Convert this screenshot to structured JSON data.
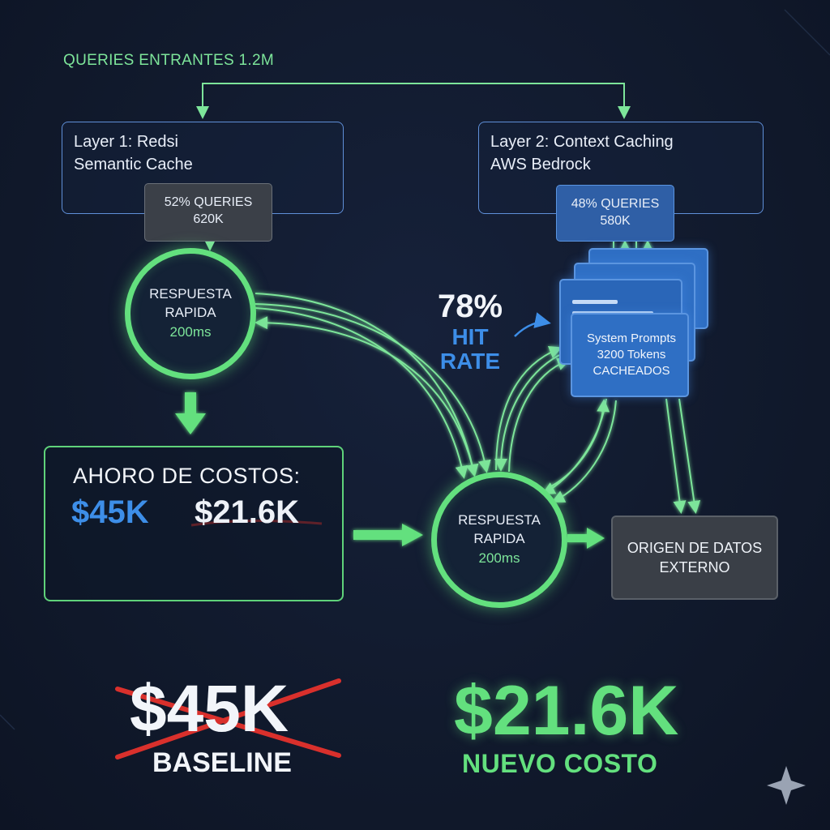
{
  "incoming": {
    "label": "QUERIES ENTRANTES 1.2M"
  },
  "layer1": {
    "title_line1": "Layer 1: Redsi",
    "title_line2": "Semantic Cache",
    "queries_pct": "52% QUERIES",
    "queries_count": "620K"
  },
  "layer2": {
    "title_line1": "Layer 2: Context Caching",
    "title_line2": "AWS Bedrock",
    "queries_pct": "48% QUERIES",
    "queries_count": "580K"
  },
  "response_top": {
    "line1": "RESPUESTA",
    "line2": "RAPIDA",
    "latency": "200ms"
  },
  "response_mid": {
    "line1": "RESPUESTA",
    "line2": "RAPIDA",
    "latency": "200ms"
  },
  "hit_rate": {
    "pct": "78%",
    "line1": "HIT",
    "line2": "RATE"
  },
  "context_docs": {
    "line1": "System Prompts",
    "line2": "3200 Tokens",
    "line3": "CACHEADOS"
  },
  "savings": {
    "title": "AHORO DE COSTOS:",
    "old": "$45K",
    "new": "$21.6K"
  },
  "origin": {
    "line1": "ORIGEN DE DATOS",
    "line2": "EXTERNO"
  },
  "baseline": {
    "value": "$45K",
    "label": "BASELINE"
  },
  "new_cost": {
    "value": "$21.6K",
    "label": "NUEVO COSTO"
  },
  "colors": {
    "green": "#63e07e",
    "blue": "#3d8ee8",
    "strike_red": "#d9302c"
  }
}
